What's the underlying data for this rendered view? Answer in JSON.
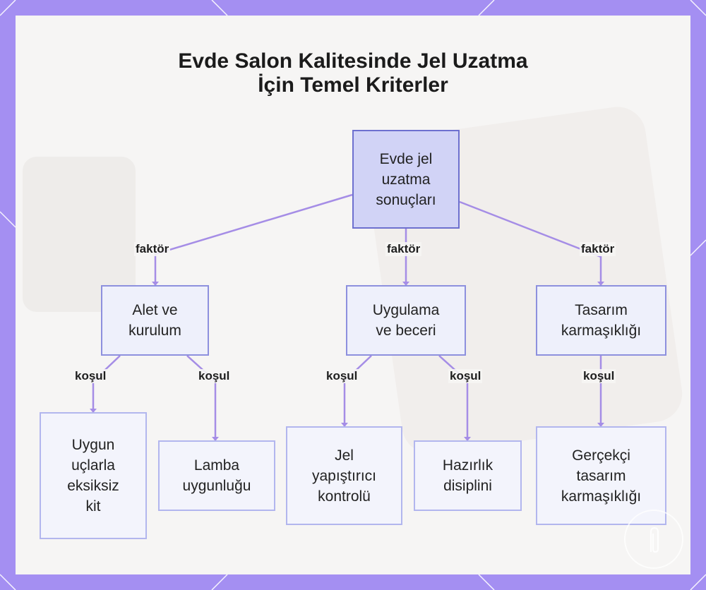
{
  "title": {
    "line1": "Evde Salon Kalitesinde Jel Uzatma",
    "line2": "İçin Temel Kriterler"
  },
  "root": {
    "label": "Evde jel uzatma sonuçları"
  },
  "factors": [
    {
      "label": "Alet ve kurulum",
      "edge": "faktör"
    },
    {
      "label": "Uygulama ve beceri",
      "edge": "faktör"
    },
    {
      "label": "Tasarım karmaşıklığı",
      "edge": "faktör"
    }
  ],
  "conditions": [
    {
      "label": "Uygun uçlarla eksiksiz kit",
      "edge": "koşul"
    },
    {
      "label": "Lamba uygunluğu",
      "edge": "koşul"
    },
    {
      "label": "Jel yapıştırıcı kontrolü",
      "edge": "koşul"
    },
    {
      "label": "Hazırlık disiplini",
      "edge": "koşul"
    },
    {
      "label": "Gerçekçi tasarım karmaşıklığı",
      "edge": "koşul"
    }
  ],
  "colors": {
    "frame": "#a48ff2",
    "edge_line": "#a58de6",
    "root_fill": "#d1d3f6",
    "node_border": "#8c8ee0"
  }
}
